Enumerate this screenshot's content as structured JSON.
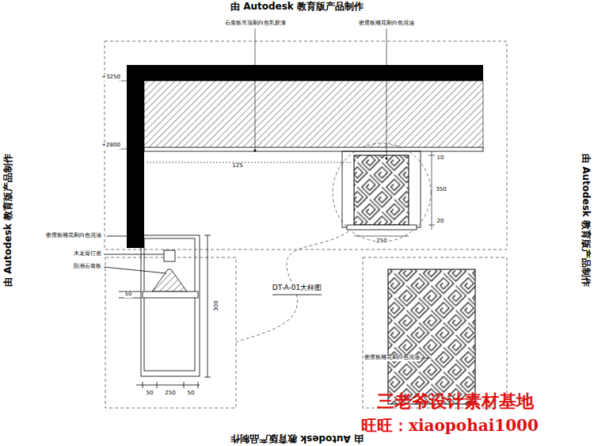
{
  "diagram": {
    "labels": [
      "由 Autodesk 教育版产品制作",
      "由 Autodesk 教育版产品制作",
      "由 Autodesk 教育版产品制作",
      "由 Autodesk 教育版产品制作",
      "石膏板吊顶刷白色乳胶漆",
      "密度板雕花刷白色混油",
      "+3250",
      "+2800",
      "125",
      "10",
      "350",
      "20",
      "250",
      "DT-A-01大样图",
      "密度板雕花刷白色混油",
      "木龙骨打底",
      "防潮石膏板",
      "300",
      "50",
      "50",
      "250",
      "50",
      "密度板雕花刷白色混油",
      "三老爷设计素材基地",
      "旺旺：xiaopohai1000"
    ]
  }
}
